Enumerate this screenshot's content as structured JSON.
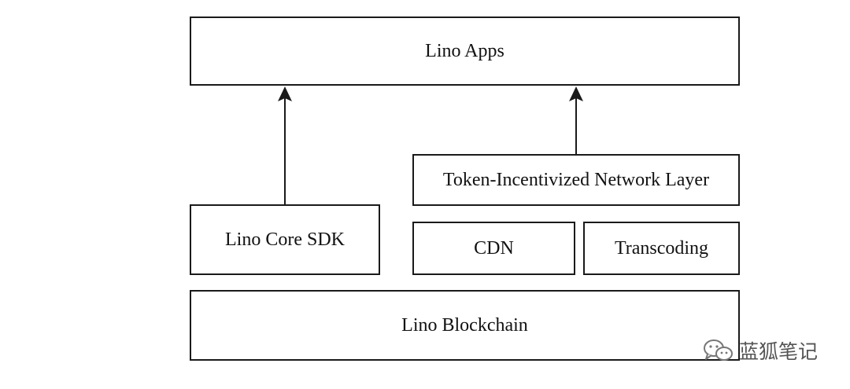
{
  "diagram": {
    "apps_label": "Lino Apps",
    "token_layer_label": "Token-Incentivized Network Layer",
    "core_sdk_label": "Lino Core SDK",
    "cdn_label": "CDN",
    "transcoding_label": "Transcoding",
    "blockchain_label": "Lino Blockchain"
  },
  "watermark": {
    "text": "蓝狐笔记",
    "icon": "wechat-icon"
  }
}
